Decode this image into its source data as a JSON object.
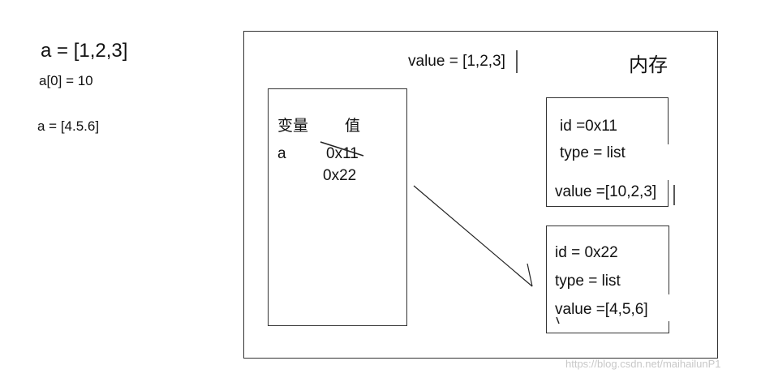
{
  "code": {
    "line1": "a = [1,2,3]",
    "line2": "a[0] = 10",
    "line3": "a = [4.5.6]"
  },
  "memory": {
    "title": "内存",
    "value_note": "value = [1,2,3]"
  },
  "variable_table": {
    "header_var": "变量",
    "header_value": "值",
    "var_name": "a",
    "old_value": "0x11",
    "new_value": "0x22"
  },
  "object1": {
    "id": "id =0x11",
    "type": "type = list",
    "value": "value =[10,2,3]"
  },
  "object2": {
    "id": "id = 0x22",
    "type": "type = list",
    "value": "value =[4,5,6]"
  },
  "watermark": "https://blog.csdn.net/maihailunP1"
}
